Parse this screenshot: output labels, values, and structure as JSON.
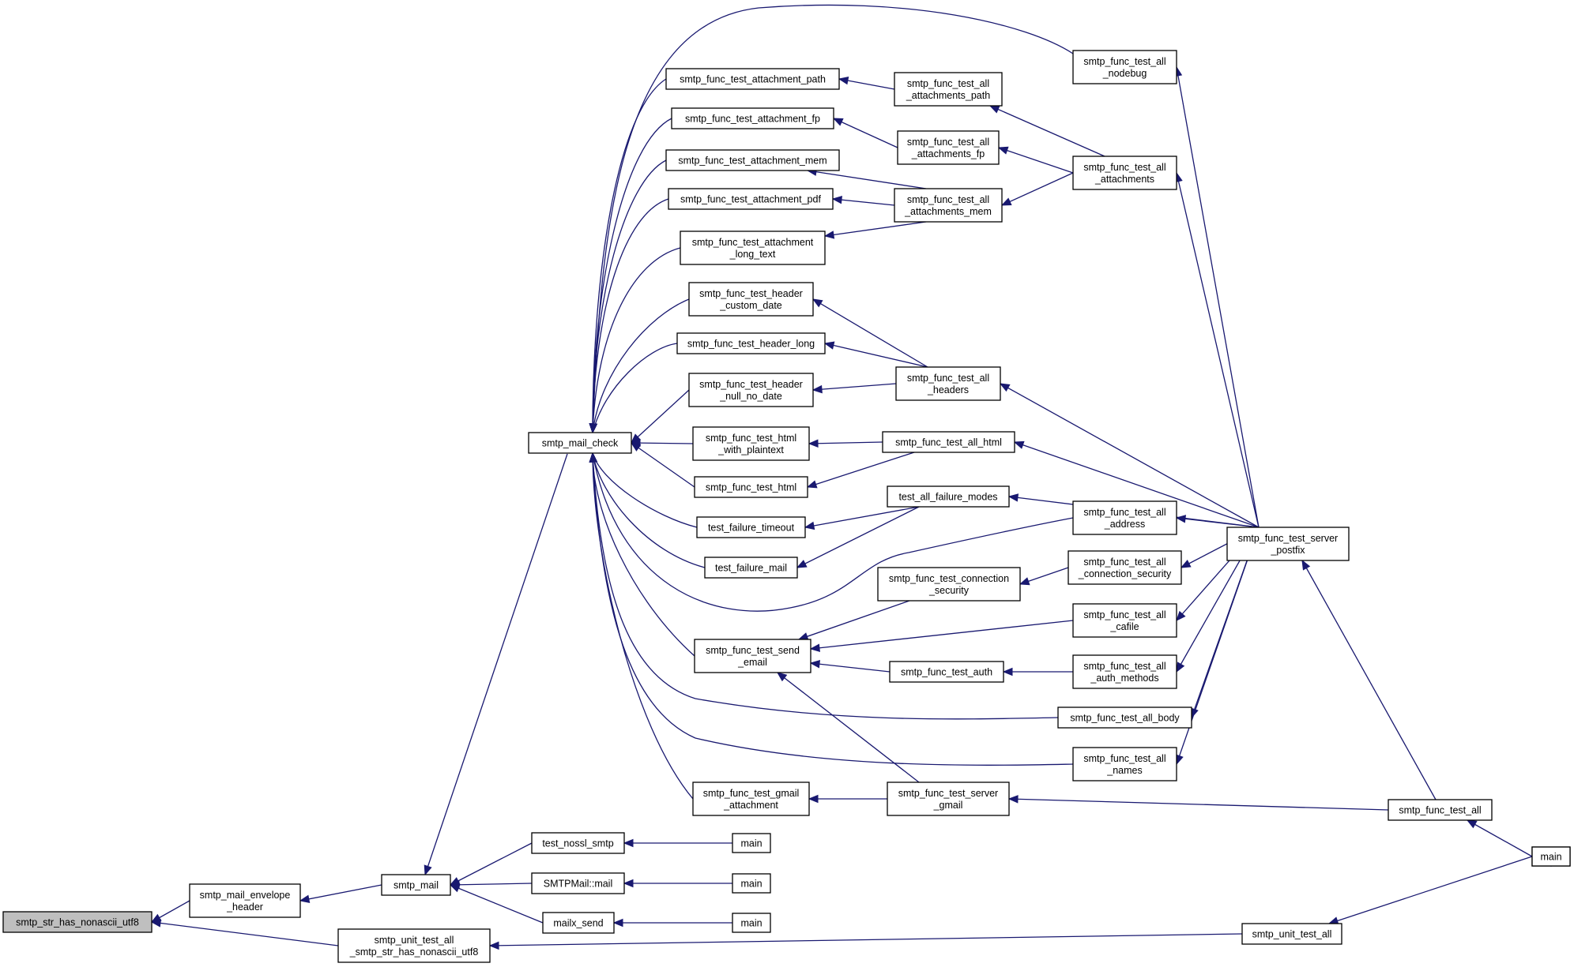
{
  "graph": {
    "nodes": [
      {
        "id": "n_root",
        "lines": [
          "smtp_str_has_nonascii_utf8"
        ],
        "root": true
      },
      {
        "id": "n_env",
        "lines": [
          "smtp_mail_envelope",
          "_header"
        ]
      },
      {
        "id": "n_unit_has",
        "lines": [
          "smtp_unit_test_all",
          "_smtp_str_has_nonascii_utf8"
        ]
      },
      {
        "id": "n_mail",
        "lines": [
          "smtp_mail"
        ]
      },
      {
        "id": "n_unit_all",
        "lines": [
          "smtp_unit_test_all"
        ]
      },
      {
        "id": "n_check",
        "lines": [
          "smtp_mail_check"
        ]
      },
      {
        "id": "n_nossl",
        "lines": [
          "test_nossl_smtp"
        ]
      },
      {
        "id": "n_smtpmail",
        "lines": [
          "SMTPMail::mail"
        ]
      },
      {
        "id": "n_mailx",
        "lines": [
          "mailx_send"
        ]
      },
      {
        "id": "n_main1",
        "lines": [
          "main"
        ]
      },
      {
        "id": "n_main2",
        "lines": [
          "main"
        ]
      },
      {
        "id": "n_main3",
        "lines": [
          "main"
        ]
      },
      {
        "id": "n_main4",
        "lines": [
          "main"
        ]
      },
      {
        "id": "n_att_path",
        "lines": [
          "smtp_func_test_attachment_path"
        ]
      },
      {
        "id": "n_att_fp",
        "lines": [
          "smtp_func_test_attachment_fp"
        ]
      },
      {
        "id": "n_att_mem",
        "lines": [
          "smtp_func_test_attachment_mem"
        ]
      },
      {
        "id": "n_att_pdf",
        "lines": [
          "smtp_func_test_attachment_pdf"
        ]
      },
      {
        "id": "n_att_long",
        "lines": [
          "smtp_func_test_attachment",
          "_long_text"
        ]
      },
      {
        "id": "n_hdr_custom",
        "lines": [
          "smtp_func_test_header",
          "_custom_date"
        ]
      },
      {
        "id": "n_hdr_long",
        "lines": [
          "smtp_func_test_header_long"
        ]
      },
      {
        "id": "n_hdr_null",
        "lines": [
          "smtp_func_test_header",
          "_null_no_date"
        ]
      },
      {
        "id": "n_html_plain",
        "lines": [
          "smtp_func_test_html",
          "_with_plaintext"
        ]
      },
      {
        "id": "n_html",
        "lines": [
          "smtp_func_test_html"
        ]
      },
      {
        "id": "n_fail_timeout",
        "lines": [
          "test_failure_timeout"
        ]
      },
      {
        "id": "n_fail_mail",
        "lines": [
          "test_failure_mail"
        ]
      },
      {
        "id": "n_send_email",
        "lines": [
          "smtp_func_test_send",
          "_email"
        ]
      },
      {
        "id": "n_gmail_att",
        "lines": [
          "smtp_func_test_gmail",
          "_attachment"
        ]
      },
      {
        "id": "n_all_att_path",
        "lines": [
          "smtp_func_test_all",
          "_attachments_path"
        ]
      },
      {
        "id": "n_all_att_fp",
        "lines": [
          "smtp_func_test_all",
          "_attachments_fp"
        ]
      },
      {
        "id": "n_all_att_mem",
        "lines": [
          "smtp_func_test_all",
          "_attachments_mem"
        ]
      },
      {
        "id": "n_all_headers",
        "lines": [
          "smtp_func_test_all",
          "_headers"
        ]
      },
      {
        "id": "n_all_html",
        "lines": [
          "smtp_func_test_all_html"
        ]
      },
      {
        "id": "n_all_fail",
        "lines": [
          "test_all_failure_modes"
        ]
      },
      {
        "id": "n_conn_sec",
        "lines": [
          "smtp_func_test_connection",
          "_security"
        ]
      },
      {
        "id": "n_auth",
        "lines": [
          "smtp_func_test_auth"
        ]
      },
      {
        "id": "n_srv_gmail",
        "lines": [
          "smtp_func_test_server",
          "_gmail"
        ]
      },
      {
        "id": "n_all_nodebug",
        "lines": [
          "smtp_func_test_all",
          "_nodebug"
        ]
      },
      {
        "id": "n_all_atts",
        "lines": [
          "smtp_func_test_all",
          "_attachments"
        ]
      },
      {
        "id": "n_all_address",
        "lines": [
          "smtp_func_test_all",
          "_address"
        ]
      },
      {
        "id": "n_all_conn_sec",
        "lines": [
          "smtp_func_test_all",
          "_connection_security"
        ]
      },
      {
        "id": "n_all_cafile",
        "lines": [
          "smtp_func_test_all",
          "_cafile"
        ]
      },
      {
        "id": "n_all_auth",
        "lines": [
          "smtp_func_test_all",
          "_auth_methods"
        ]
      },
      {
        "id": "n_all_body",
        "lines": [
          "smtp_func_test_all_body"
        ]
      },
      {
        "id": "n_all_names",
        "lines": [
          "smtp_func_test_all",
          "_names"
        ]
      },
      {
        "id": "n_srv_postfix",
        "lines": [
          "smtp_func_test_server",
          "_postfix"
        ]
      },
      {
        "id": "n_func_all",
        "lines": [
          "smtp_func_test_all"
        ]
      },
      {
        "id": "n_main5",
        "lines": [
          "main"
        ]
      }
    ],
    "edges": [
      {
        "from": "n_root",
        "to": "n_env"
      },
      {
        "from": "n_root",
        "to": "n_unit_has"
      },
      {
        "from": "n_env",
        "to": "n_mail"
      },
      {
        "from": "n_unit_has",
        "to": "n_unit_all"
      },
      {
        "from": "n_unit_all",
        "to": "n_main5"
      },
      {
        "from": "n_mail",
        "to": "n_check"
      },
      {
        "from": "n_mail",
        "to": "n_nossl"
      },
      {
        "from": "n_mail",
        "to": "n_smtpmail"
      },
      {
        "from": "n_mail",
        "to": "n_mailx"
      },
      {
        "from": "n_nossl",
        "to": "n_main1"
      },
      {
        "from": "n_smtpmail",
        "to": "n_main2"
      },
      {
        "from": "n_mailx",
        "to": "n_main3"
      },
      {
        "from": "n_check",
        "to": "n_att_path"
      },
      {
        "from": "n_check",
        "to": "n_att_fp"
      },
      {
        "from": "n_check",
        "to": "n_att_mem"
      },
      {
        "from": "n_check",
        "to": "n_att_pdf"
      },
      {
        "from": "n_check",
        "to": "n_att_long"
      },
      {
        "from": "n_check",
        "to": "n_hdr_custom"
      },
      {
        "from": "n_check",
        "to": "n_hdr_long"
      },
      {
        "from": "n_check",
        "to": "n_hdr_null"
      },
      {
        "from": "n_check",
        "to": "n_html_plain"
      },
      {
        "from": "n_check",
        "to": "n_html"
      },
      {
        "from": "n_check",
        "to": "n_fail_timeout"
      },
      {
        "from": "n_check",
        "to": "n_fail_mail"
      },
      {
        "from": "n_check",
        "to": "n_send_email"
      },
      {
        "from": "n_check",
        "to": "n_gmail_att"
      },
      {
        "from": "n_check",
        "to": "n_all_nodebug"
      },
      {
        "from": "n_check",
        "to": "n_all_address"
      },
      {
        "from": "n_check",
        "to": "n_all_body"
      },
      {
        "from": "n_check",
        "to": "n_all_names"
      },
      {
        "from": "n_att_path",
        "to": "n_all_att_path"
      },
      {
        "from": "n_att_fp",
        "to": "n_all_att_fp"
      },
      {
        "from": "n_att_mem",
        "to": "n_all_att_mem"
      },
      {
        "from": "n_att_pdf",
        "to": "n_all_att_mem"
      },
      {
        "from": "n_att_long",
        "to": "n_all_att_mem"
      },
      {
        "from": "n_hdr_custom",
        "to": "n_all_headers"
      },
      {
        "from": "n_hdr_long",
        "to": "n_all_headers"
      },
      {
        "from": "n_hdr_null",
        "to": "n_all_headers"
      },
      {
        "from": "n_html_plain",
        "to": "n_all_html"
      },
      {
        "from": "n_html",
        "to": "n_all_html"
      },
      {
        "from": "n_fail_timeout",
        "to": "n_all_fail"
      },
      {
        "from": "n_fail_mail",
        "to": "n_all_fail"
      },
      {
        "from": "n_send_email",
        "to": "n_conn_sec"
      },
      {
        "from": "n_send_email",
        "to": "n_all_cafile"
      },
      {
        "from": "n_send_email",
        "to": "n_auth"
      },
      {
        "from": "n_send_email",
        "to": "n_srv_gmail"
      },
      {
        "from": "n_gmail_att",
        "to": "n_srv_gmail"
      },
      {
        "from": "n_all_att_path",
        "to": "n_all_atts"
      },
      {
        "from": "n_all_att_fp",
        "to": "n_all_atts"
      },
      {
        "from": "n_all_att_mem",
        "to": "n_all_atts"
      },
      {
        "from": "n_all_atts",
        "to": "n_srv_postfix"
      },
      {
        "from": "n_all_nodebug",
        "to": "n_srv_postfix"
      },
      {
        "from": "n_all_headers",
        "to": "n_srv_postfix"
      },
      {
        "from": "n_all_html",
        "to": "n_srv_postfix"
      },
      {
        "from": "n_all_fail",
        "to": "n_srv_postfix"
      },
      {
        "from": "n_all_address",
        "to": "n_srv_postfix"
      },
      {
        "from": "n_conn_sec",
        "to": "n_all_conn_sec"
      },
      {
        "from": "n_all_conn_sec",
        "to": "n_srv_postfix"
      },
      {
        "from": "n_all_cafile",
        "to": "n_srv_postfix"
      },
      {
        "from": "n_auth",
        "to": "n_all_auth"
      },
      {
        "from": "n_all_auth",
        "to": "n_srv_postfix"
      },
      {
        "from": "n_all_body",
        "to": "n_srv_postfix"
      },
      {
        "from": "n_all_names",
        "to": "n_srv_postfix"
      },
      {
        "from": "n_srv_postfix",
        "to": "n_func_all"
      },
      {
        "from": "n_srv_gmail",
        "to": "n_func_all"
      },
      {
        "from": "n_func_all",
        "to": "n_main4"
      },
      {
        "from": "n_main4",
        "to": "n_main5"
      }
    ],
    "colors": {
      "edge": "#191970",
      "node_border": "#000000",
      "node_fill": "#ffffff",
      "root_fill": "#bfbfbf",
      "text": "#000000"
    }
  }
}
